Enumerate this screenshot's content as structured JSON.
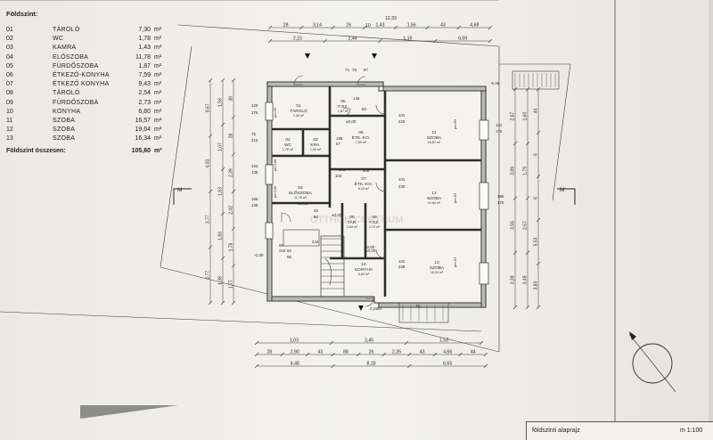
{
  "legend": {
    "title": "Földszint:",
    "rooms": [
      {
        "no": "01",
        "name": "TÁROLÓ",
        "area": "7,30",
        "unit": "m²"
      },
      {
        "no": "02",
        "name": "WC",
        "area": "1,78",
        "unit": "m²"
      },
      {
        "no": "03",
        "name": "KAMRA",
        "area": "1,43",
        "unit": "m²"
      },
      {
        "no": "04",
        "name": "ELŐSZOBA",
        "area": "11,78",
        "unit": "m²"
      },
      {
        "no": "05",
        "name": "FÜRDŐSZOBA",
        "area": "1,87",
        "unit": "m²"
      },
      {
        "no": "06",
        "name": "ÉTKEZŐ-KONYHA",
        "area": "7,59",
        "unit": "m²"
      },
      {
        "no": "07",
        "name": "ÉTKEZŐ KONYHA",
        "area": "9,43",
        "unit": "m²"
      },
      {
        "no": "08",
        "name": "TÁROLÓ",
        "area": "2,54",
        "unit": "m²"
      },
      {
        "no": "09",
        "name": "FÜRDŐSZOBA",
        "area": "2,73",
        "unit": "m²"
      },
      {
        "no": "10",
        "name": "KONYHA",
        "area": "6,60",
        "unit": "m²"
      },
      {
        "no": "11",
        "name": "SZOBA",
        "area": "16,57",
        "unit": "m²"
      },
      {
        "no": "12",
        "name": "SZOBA",
        "area": "19,64",
        "unit": "m²"
      },
      {
        "no": "13",
        "name": "SZOBA",
        "area": "16,34",
        "unit": "m²"
      }
    ],
    "total_label": "Földszint összesen:",
    "total_area": "105,60",
    "total_unit": "m²"
  },
  "title_block": {
    "name": "földszinti alaprajz",
    "scale": "m 1:100"
  },
  "watermark": "OTTHON CENTRUM",
  "plan_labels": {
    "dims_top_1": [
      "28",
      "3,14",
      "26",
      "1,43",
      "1,56",
      "43",
      "4,68"
    ],
    "dims_top_2": [
      "2,15",
      "2,44",
      "1,16",
      "6,59"
    ],
    "dims_top_total": [
      "12,33",
      "10"
    ],
    "dims_bottom_1": [
      "1,03",
      "3,45",
      "1,53"
    ],
    "dims_bottom_2": [
      "28",
      "2,90",
      "43",
      "88",
      "26",
      "2,35",
      "43",
      "4,66",
      "44"
    ],
    "dims_bottom_3": [
      "4,48",
      "8,18",
      "6,65"
    ],
    "dims_left": [
      "8,67",
      "4,03",
      "3,77",
      "2,77",
      "1,58",
      "1,07",
      "1,63",
      "1,93",
      "1,38",
      "38",
      "28",
      "2,39",
      "2,02",
      "1,76",
      "1,77"
    ],
    "dims_right": [
      "2,67",
      "3,89",
      "3,55",
      "3,39",
      "1,60",
      "1,79",
      "2,67",
      "3,49",
      "44",
      "6",
      "6",
      "5,53",
      "3,83"
    ],
    "rooms": [
      {
        "no": "01",
        "name": "TÁROLÓ",
        "area": "7,30 m²"
      },
      {
        "no": "02",
        "name": "WC",
        "area": "1,78 m²"
      },
      {
        "no": "03",
        "name": "KRA.",
        "area": "1,43 m²"
      },
      {
        "no": "04",
        "name": "ELŐSZOBA",
        "area": "11,78 m²"
      },
      {
        "no": "05",
        "name": "F.SZ.",
        "area": "1,87 m²"
      },
      {
        "no": "06",
        "name": "ÉTK.-KO.",
        "area": "7,59 m²"
      },
      {
        "no": "07",
        "name": "ÉTK.-KO.",
        "area": "9,43 m²"
      },
      {
        "no": "08",
        "name": "TÁR.",
        "area": "2,54 m²"
      },
      {
        "no": "09",
        "name": "F.SZ.",
        "area": "2,73 m²"
      },
      {
        "no": "10",
        "name": "KONYHA",
        "area": "6,60 m²"
      },
      {
        "no": "11",
        "name": "SZOBA",
        "area": "16,57 m²"
      },
      {
        "no": "12",
        "name": "SZOBA",
        "area": "19,64 m²"
      },
      {
        "no": "13",
        "name": "SZOBA",
        "area": "16,34 m²"
      }
    ],
    "levels": [
      "±0,00",
      "±0,00",
      "±0,00",
      "±0,00",
      "±0,00",
      "-0,25",
      "-0,30"
    ],
    "openings": [
      "101",
      "229",
      "101",
      "230",
      "101",
      "228",
      "121",
      "176",
      "195",
      "176",
      "120",
      "176",
      "75",
      "210",
      "162",
      "138",
      "166",
      "138",
      "45",
      "90",
      "95",
      "210",
      "74",
      "75",
      "97",
      "149",
      "80",
      "198",
      "67",
      "183",
      "104",
      "206",
      "60",
      "95",
      "244",
      "75",
      "2,15",
      "60",
      "240"
    ],
    "section_marks": [
      "M",
      "M"
    ],
    "misc": [
      "pm 83",
      "pm 83",
      "pm 83",
      "pm 90",
      "pm 106",
      "pm 106"
    ]
  }
}
